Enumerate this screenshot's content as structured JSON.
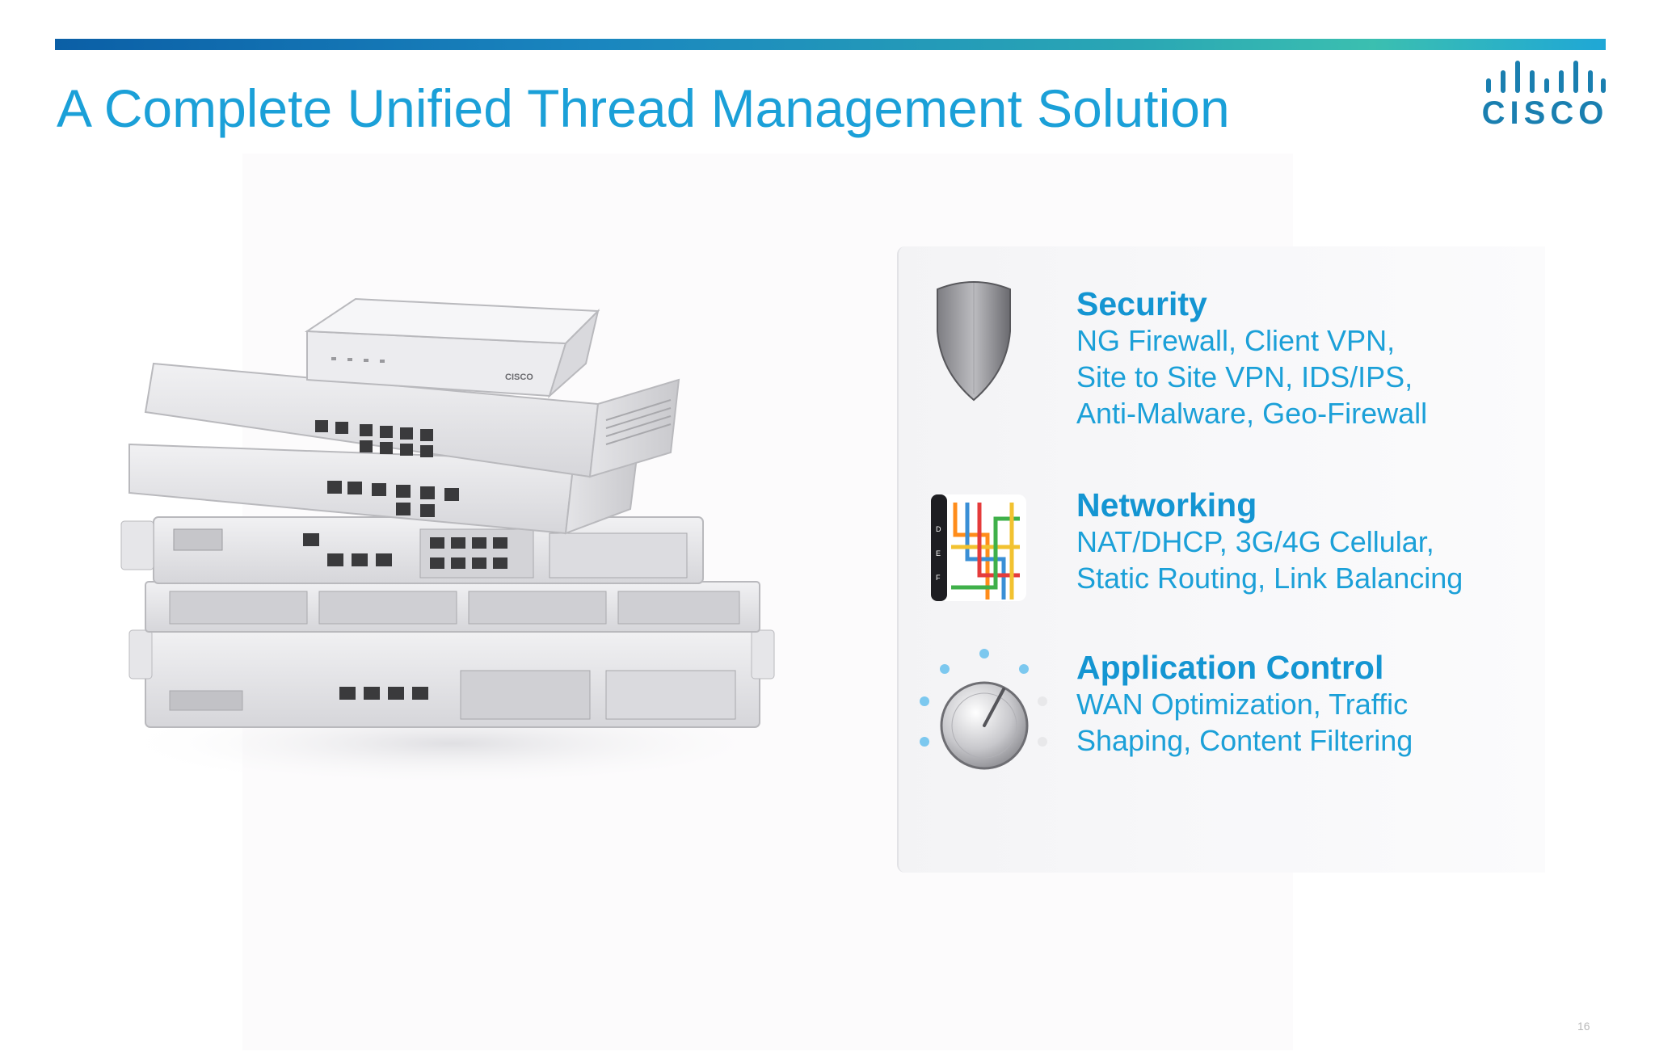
{
  "slide": {
    "title": "A Complete Unified Thread Management Solution",
    "page_number": "16"
  },
  "logo": {
    "word": "CISCO"
  },
  "product_image": {
    "badge_text": "CISCO"
  },
  "features": [
    {
      "title": "Security",
      "icon": "shield-icon",
      "lines": [
        "NG Firewall, Client VPN,",
        "Site to Site VPN, IDS/IPS,",
        "Anti-Malware, Geo-Firewall"
      ]
    },
    {
      "title": "Networking",
      "icon": "map-icon",
      "lines": [
        "NAT/DHCP, 3G/4G Cellular,",
        "Static Routing, Link Balancing"
      ]
    },
    {
      "title": "Application Control",
      "icon": "dial-icon",
      "lines": [
        "WAN Optimization, Traffic",
        "Shaping, Content Filtering"
      ]
    }
  ],
  "colors": {
    "title": "#1ba0d8",
    "feature_title": "#1495d2",
    "logo": "#1a7fb0"
  }
}
